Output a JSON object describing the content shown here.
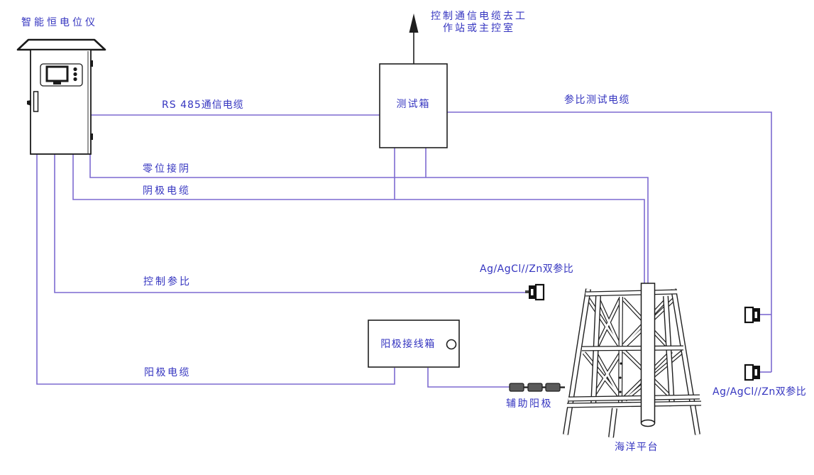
{
  "colors": {
    "cable": "#7d6ad0",
    "label_text": "#3535c0",
    "outline": "#1f1f1f",
    "anode_fill": "#5a5a5a"
  },
  "diagram": {
    "device": {
      "label": "智能恒电位仪"
    },
    "test_box": {
      "label": "测试箱"
    },
    "comm_cable": {
      "line1": "控制通信电缆去工",
      "line2": "作站或主控室"
    },
    "cables": {
      "rs485": "RS 485通信电缆",
      "ref_test": "参比测试电缆",
      "zero_cathode": "零位接阴",
      "cathode": "阴极电缆",
      "control_ref": "控制参比",
      "anode": "阳极电缆"
    },
    "anode_box": {
      "label": "阳极接线箱"
    },
    "aux_anode": {
      "label": "辅助阳极"
    },
    "platform": {
      "label": "海洋平台"
    },
    "dual_ref_top": {
      "label": "Ag/AgCl//Zn双参比"
    },
    "dual_ref_right": {
      "label": "Ag/AgCl//Zn双参比"
    }
  }
}
